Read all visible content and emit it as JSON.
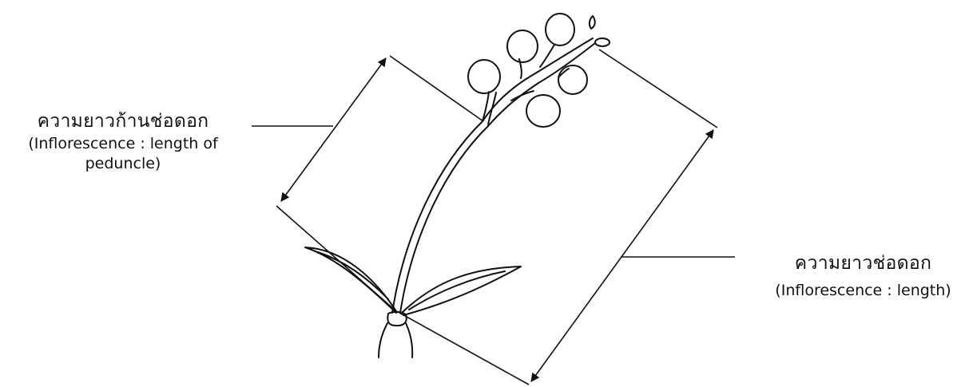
{
  "labels": {
    "peduncle": {
      "thai": "ความยาวก้านช่อดอก",
      "english": "(Inflorescence : length of peduncle)"
    },
    "inflorescence": {
      "thai": "ความยาวช่อดอก",
      "english": "(Inflorescence : length)"
    }
  },
  "icons": [
    "orchid-plant-illustration",
    "arrowhead"
  ],
  "colors": {
    "line": "#111111",
    "background": "#ffffff"
  }
}
